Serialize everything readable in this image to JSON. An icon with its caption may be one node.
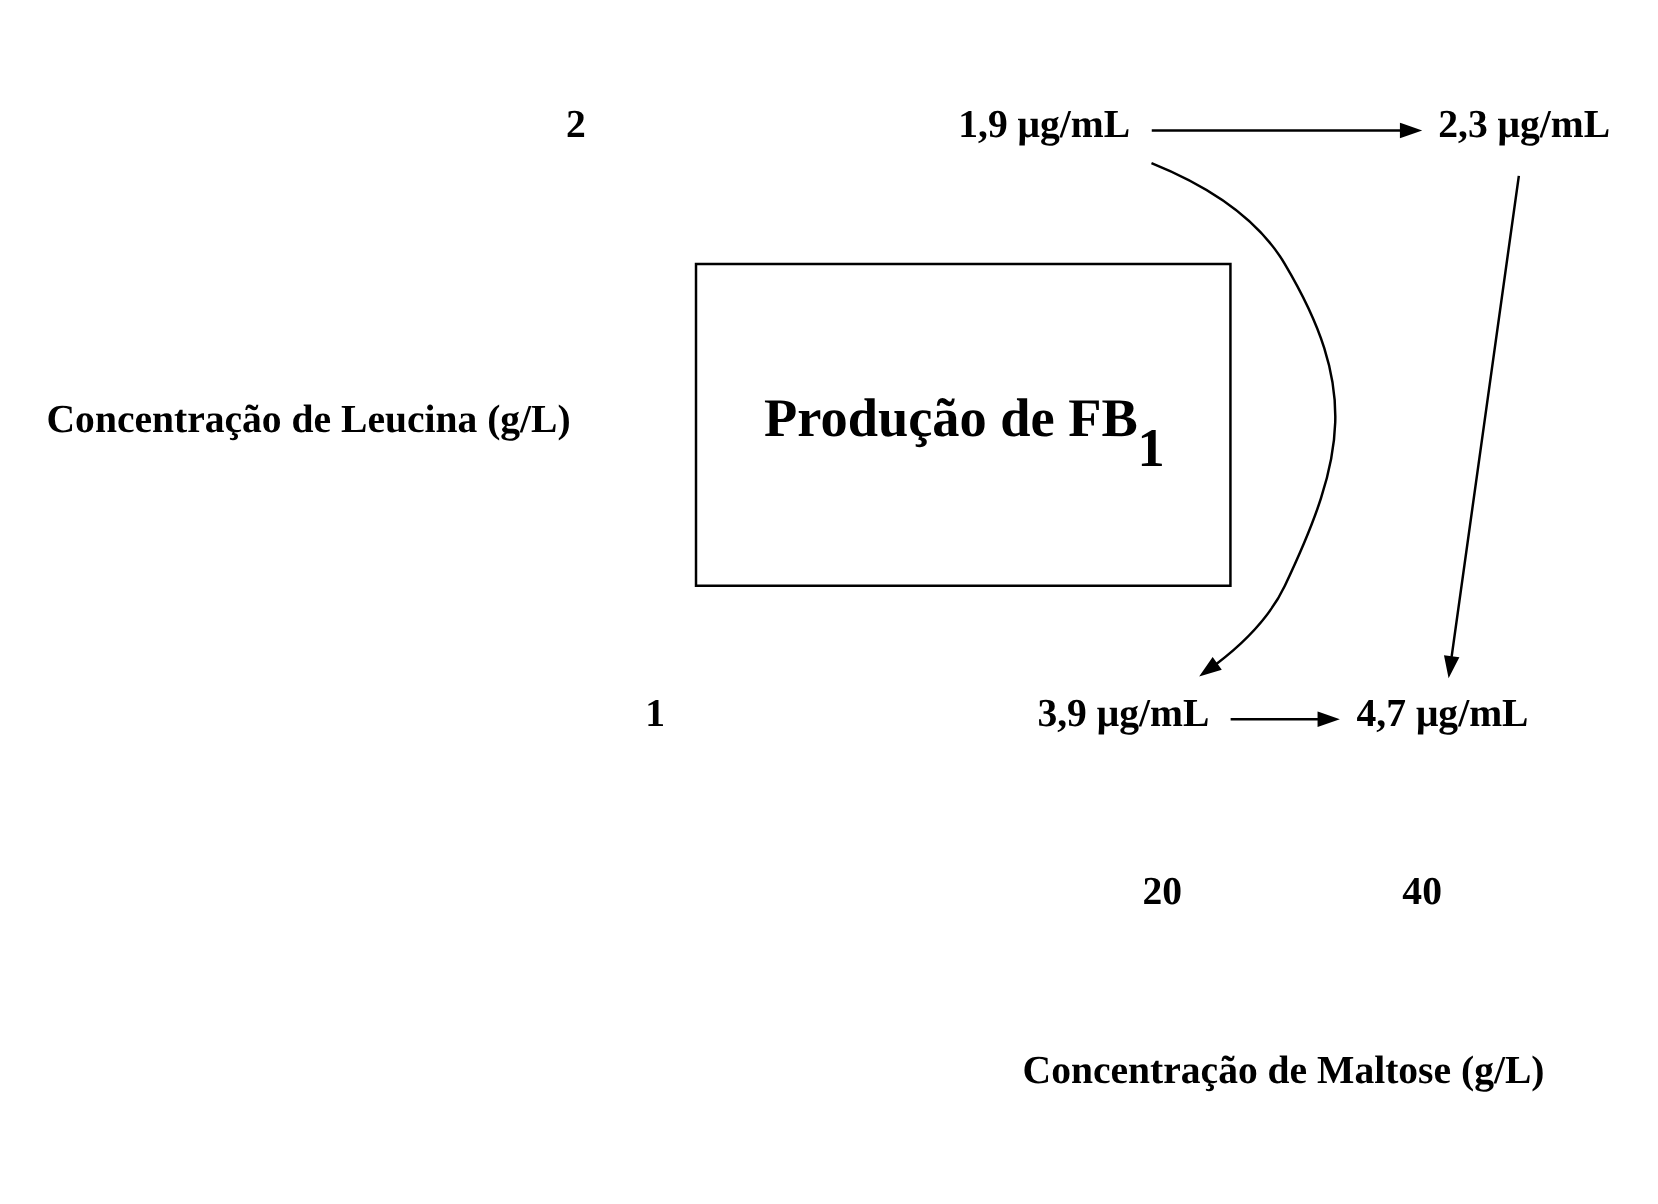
{
  "diagram": {
    "nodes": [
      {
        "text": [
          "1,9 μg/mL"
        ]
      },
      {
        "text": [
          "2,3 μg/mL"
        ]
      },
      {
        "text": [
          "Produção de FB$_{1}$"
        ]
      },
      {
        "text": [
          "3,9 μg/mL"
        ]
      },
      {
        "text": [
          "4,7 μg/mL"
        ]
      }
    ],
    "edges": [
      {
        "from": 0,
        "to": 1,
        "arrow": "to"
      },
      {
        "from": 0,
        "to": 3,
        "arrow": "to"
      },
      {
        "from": 1,
        "to": 4,
        "arrow": "to"
      },
      {
        "from": 3,
        "to": 4,
        "arrow": "to"
      }
    ],
    "labels": [
      "Concentração de Leucina (g/L)",
      "2",
      "1",
      "20",
      "40",
      "Concentração de Maltose (g/L)"
    ]
  }
}
